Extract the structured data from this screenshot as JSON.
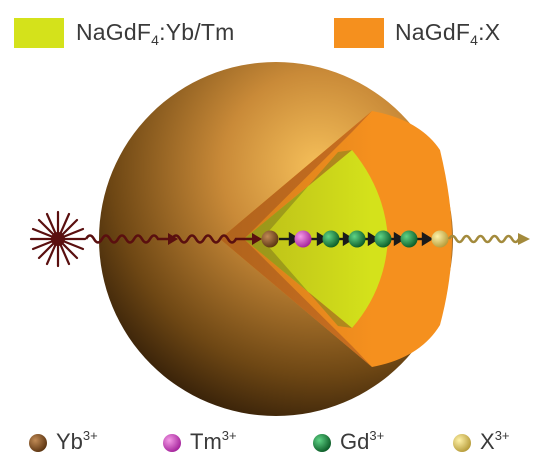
{
  "legend_top": [
    {
      "prefix": "NaGdF",
      "sub": "4",
      "suffix": ":Yb/Tm",
      "color": "#d4e21b"
    },
    {
      "prefix": "NaGdF",
      "sub": "4",
      "suffix": ":X",
      "color": "#f5901e"
    }
  ],
  "ions": [
    {
      "base": "Yb",
      "sup": "3+",
      "color": "#7a4a1c"
    },
    {
      "base": "Tm",
      "sup": "3+",
      "color": "#c23bb0"
    },
    {
      "base": "Gd",
      "sup": "3+",
      "color": "#1e8a3e"
    },
    {
      "base": "X",
      "sup": "3+",
      "color": "#d8c25a"
    }
  ],
  "colors": {
    "core": "#d4e21b",
    "shell": "#f5901e",
    "sphere_light": "#f0b24a",
    "sphere_dark": "#3a2408",
    "excitation": "#5a0f0f",
    "emission": "#a38a3c"
  }
}
